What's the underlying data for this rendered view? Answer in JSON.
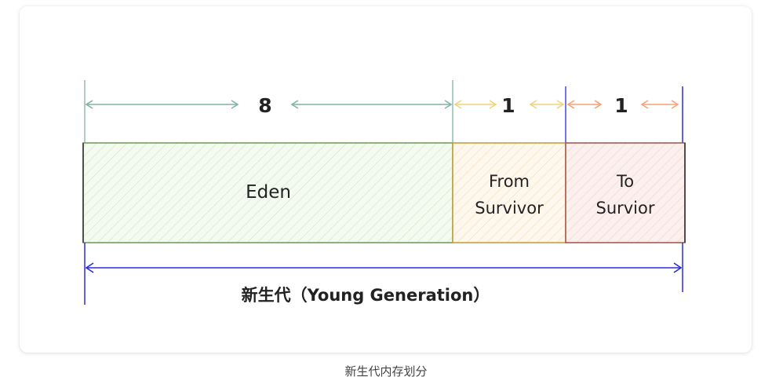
{
  "diagram": {
    "ratios": {
      "eden": "8",
      "from": "1",
      "to": "1"
    },
    "regions": {
      "eden": {
        "label": "Eden"
      },
      "from": {
        "line1": "From",
        "line2": "Survivor"
      },
      "to": {
        "line1": "To",
        "line2": "Survior"
      }
    },
    "generation_label": "新生代（Young Generation）"
  },
  "caption": "新生代内存划分",
  "colors": {
    "eden_fill": "#eef6e9",
    "eden_border": "#6a9a55",
    "from_fill": "#fdf3e4",
    "from_border": "#c79a2a",
    "to_fill": "#fbe9e7",
    "to_border": "#a0524a",
    "teal_arrow": "#7fb3a6",
    "yellow_arrow": "#f2d27a",
    "orange_arrow": "#f4a37a",
    "blue_line": "#2b2be0"
  }
}
